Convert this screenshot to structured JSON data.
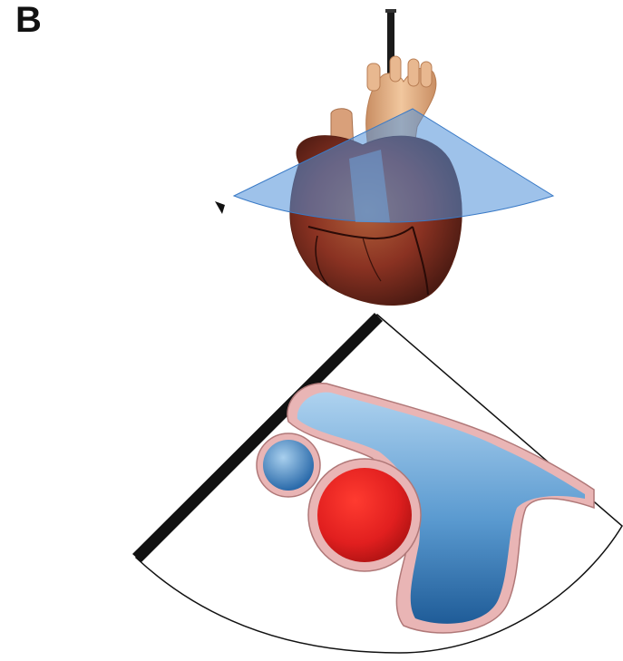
{
  "panel": {
    "label": "B"
  },
  "colors": {
    "probe": "#1a1a1a",
    "scan_plane": "#4f8fd8",
    "heart_muscle": "#8a3222",
    "great_vessels": "#e8b890",
    "vessel_wall": "#e9b5b5",
    "vein_blue": "#5a9ad0",
    "artery_red": "#e12a2a",
    "sector_edge": "#111111"
  },
  "icons": [
    "tee-probe",
    "heart-illustration",
    "scan-plane",
    "ultrasound-sector",
    "marker-arrowhead"
  ]
}
